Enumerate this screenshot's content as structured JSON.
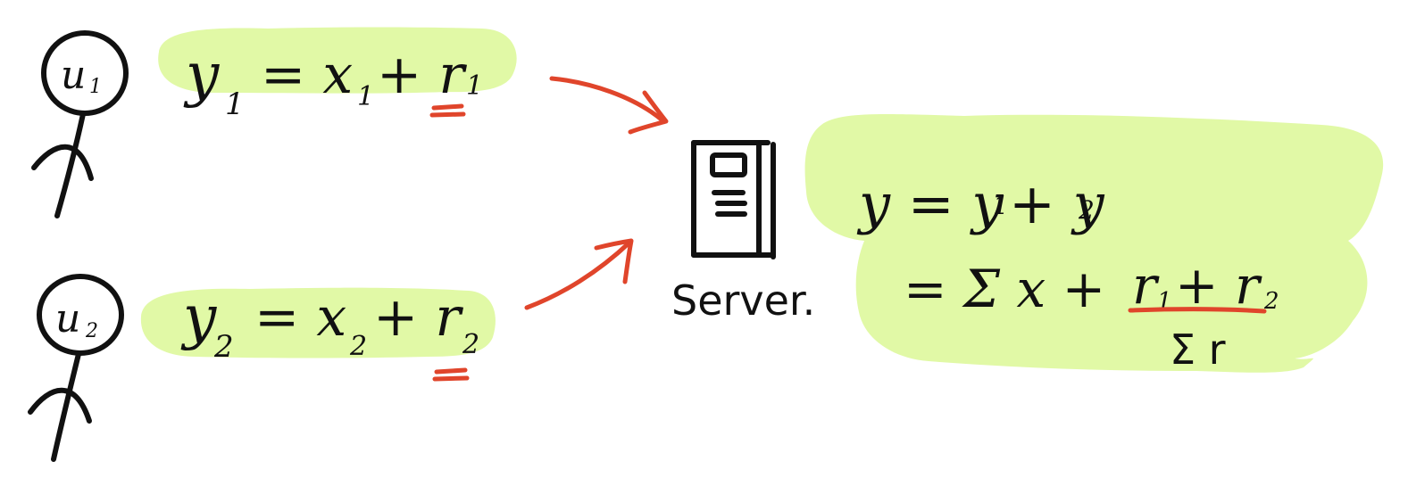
{
  "colors": {
    "highlight": "#e1f9a6",
    "ink": "#111111",
    "accent": "#e0452b"
  },
  "users": [
    {
      "label": "u",
      "sub": "1",
      "equation": {
        "lhs": "y",
        "lhs_sub": "1",
        "eq": "= x",
        "x_sub": "1",
        "plus": "+ r",
        "r_sub": "1"
      }
    },
    {
      "label": "u",
      "sub": "2",
      "equation": {
        "lhs": "y",
        "lhs_sub": "2",
        "eq": "= x",
        "x_sub": "2",
        "plus": "+ r",
        "r_sub": "2"
      }
    }
  ],
  "server": {
    "label": "Server."
  },
  "result": {
    "line1": {
      "lhs": "y = y",
      "s1": "1",
      "mid": "+ y",
      "s2": "2"
    },
    "line2": {
      "prefix": "= Σ x +",
      "r1": "r",
      "r1_sub": "1",
      "plus": "+ r",
      "r2_sub": "2"
    },
    "annotation": "Σ r"
  },
  "icons": [
    "stick-figure-icon",
    "server-icon",
    "arrow-icon"
  ]
}
